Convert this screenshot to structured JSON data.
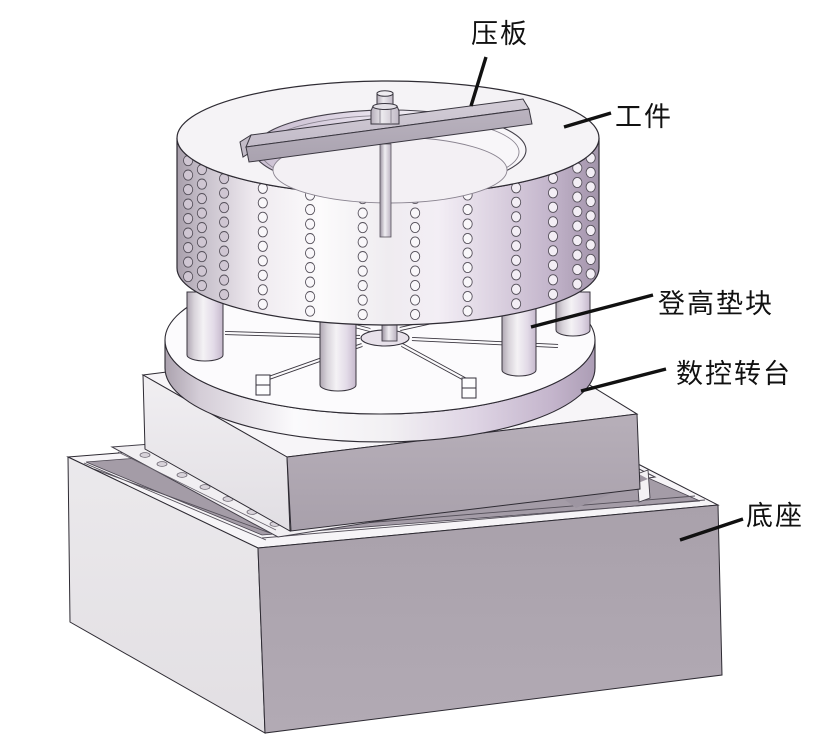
{
  "figure": {
    "title": "CNC rotary table workholding setup diagram",
    "background": "#ffffff",
    "labels": {
      "clamp_plate": "压板",
      "workpiece": "工件",
      "riser_block": "登高垫块",
      "cnc_rotary_table": "数控转台",
      "base": "底座"
    },
    "colors": {
      "outline": "#2e2b33",
      "leader": "#111111",
      "text": "#111111",
      "face_light": "#e9e7ea",
      "face_dark": "#aba3ad",
      "lavender": "#cfc3d4",
      "white_face": "#f6f4f7"
    }
  }
}
